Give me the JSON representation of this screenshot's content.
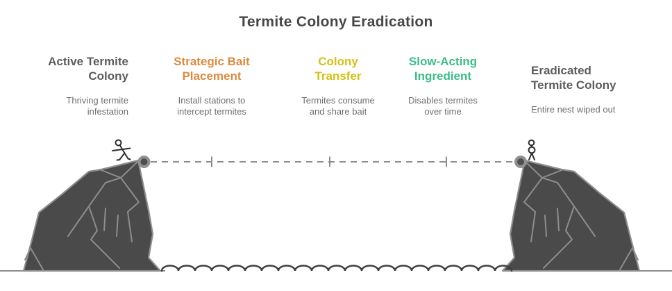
{
  "header": {
    "title": "Termite Colony Eradication"
  },
  "steps": [
    {
      "title": "Active Termite Colony",
      "description": "Thriving termite infestation",
      "color": "#5c5c5c"
    },
    {
      "title": "Strategic Bait Placement",
      "description": "Install stations to intercept termites",
      "color": "#dd8a3e"
    },
    {
      "title": "Colony Transfer",
      "description": "Termites consume and share bait",
      "color": "#d3c117"
    },
    {
      "title": "Slow-Acting Ingredient",
      "description": "Disables termites over time",
      "color": "#3cbd88"
    },
    {
      "title": "Eradicated Termite Colony",
      "description": "Entire nest wiped out",
      "color": "#5c5c5c"
    }
  ],
  "illustration": {
    "left_cliff": "cliff-with-climber",
    "right_cliff": "mirrored-cliff-with-figure",
    "rope": "dashed-journey-line-with-3-ticks",
    "anchors": "ring-anchor-points-at-both-cliff-edges",
    "water": "scalloped-wave-line-between-cliffs"
  },
  "colors": {
    "background": "#ffffff",
    "title": "#474747",
    "description": "#6e6e6e",
    "cliff_fill": "#4a4a4a",
    "cliff_outline": "#8d8d8d",
    "figure": "#2d2d2d",
    "wave": "#3d4043"
  }
}
